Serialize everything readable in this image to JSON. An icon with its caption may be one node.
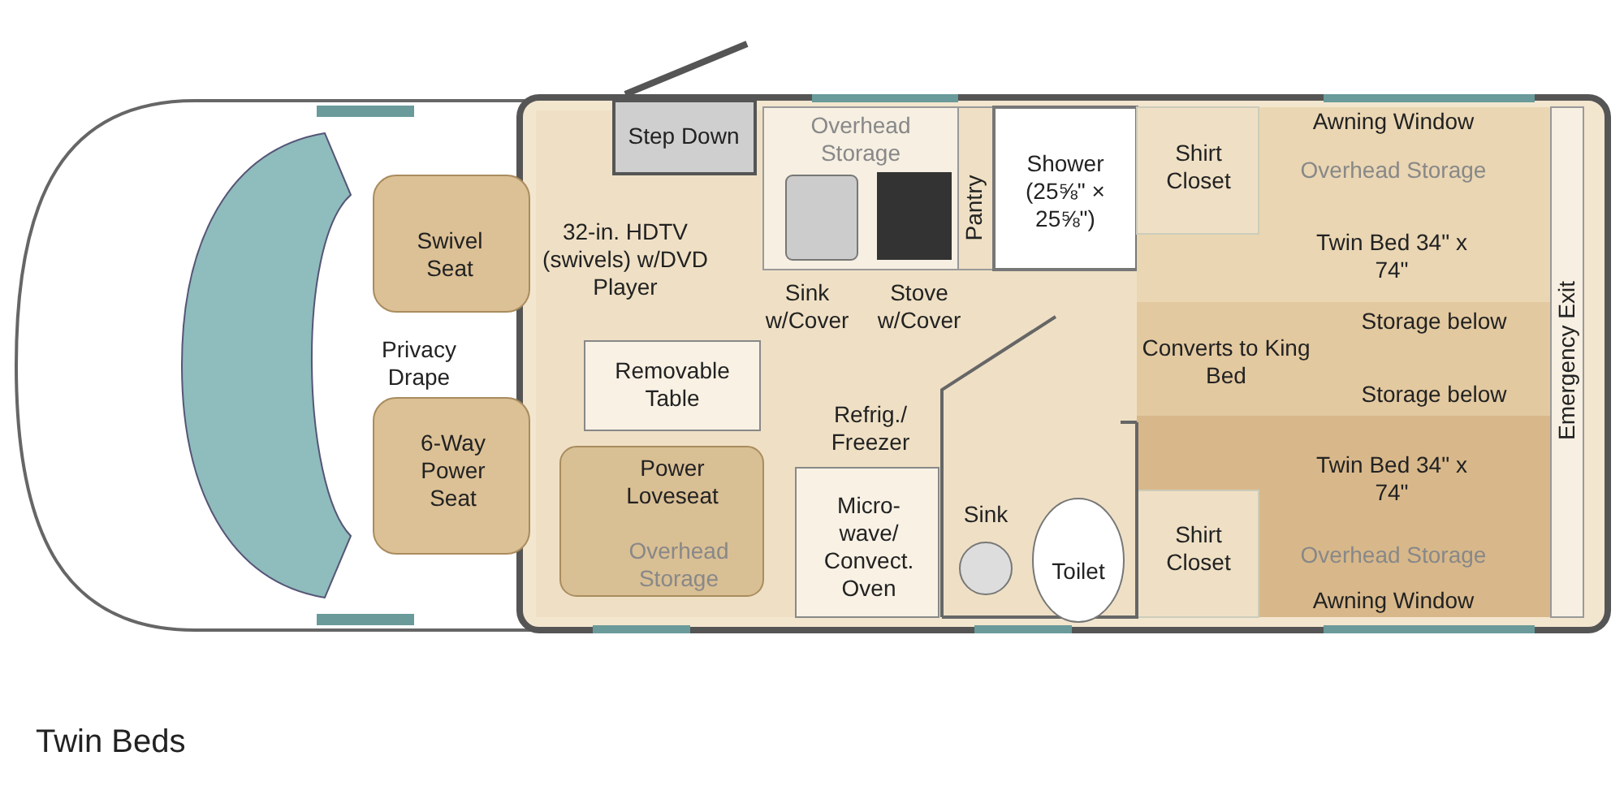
{
  "diagram": {
    "caption": "Twin Beds",
    "labels": [
      "Step Down",
      "Overhead Storage",
      "Shower (25⅝\" × 25⅝\")",
      "Shirt Closet",
      "Awning Window",
      "Overhead Storage",
      "Swivel Seat",
      "32-in. HDTV (swivels) w/DVD Player",
      "Pantry",
      "Twin Bed 34\" x 74\"",
      "Sink w/Cover",
      "Stove w/Cover",
      "Storage below",
      "Emergency Exit",
      "Privacy Drape",
      "Removable Table",
      "Converts to King Bed",
      "Storage below",
      "Refrig./ Freezer",
      "6-Way Power Seat",
      "Power Loveseat",
      "Micro- wave/ Convect. Oven",
      "Sink",
      "Twin Bed 34\" x 74\"",
      "Toilet",
      "Shirt Closet",
      "Overhead Storage",
      "Overhead Storage",
      "Awning Window"
    ]
  }
}
